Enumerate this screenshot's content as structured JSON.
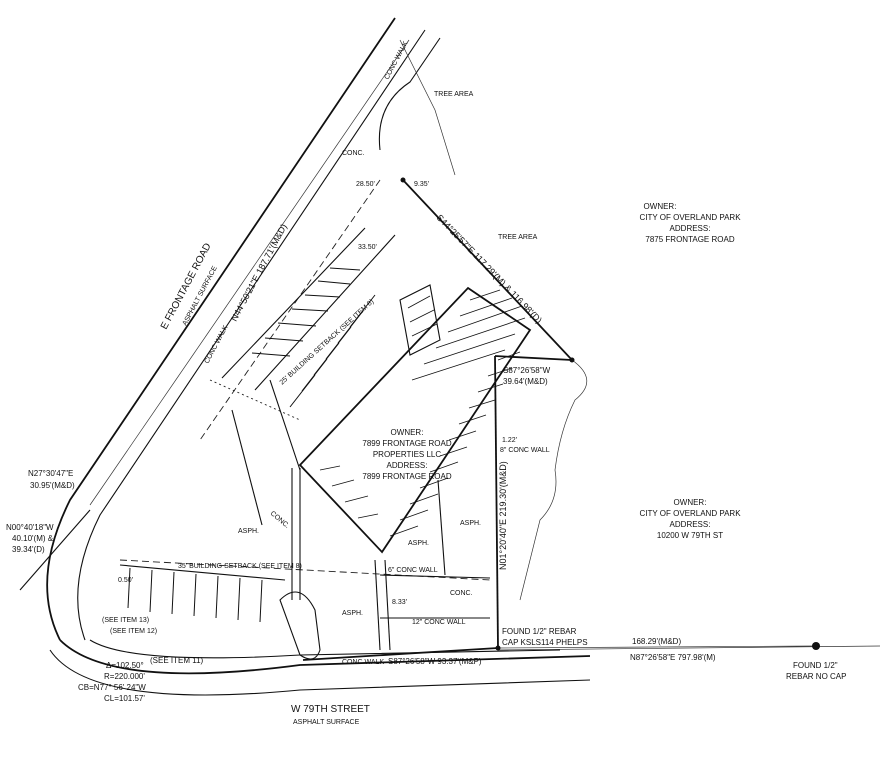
{
  "streets": {
    "frontage_name": "E FRONTAGE ROAD",
    "frontage_surface": "ASPHALT SURFACE",
    "w79_name": "W 79TH STREET",
    "w79_surface": "ASPHALT SURFACE"
  },
  "owners": {
    "north": {
      "line1": "OWNER:",
      "line2": "CITY OF OVERLAND PARK",
      "line3": "ADDRESS:",
      "line4": "7875 FRONTAGE ROAD"
    },
    "subject": {
      "line1": "OWNER:",
      "line2": "7899 FRONTAGE ROAD",
      "line3": "PROPERTIES LLC",
      "line4": "ADDRESS:",
      "line5": "7899 FRONTAGE ROAD"
    },
    "east": {
      "line1": "OWNER:",
      "line2": "CITY OF OVERLAND PARK",
      "line3": "ADDRESS:",
      "line4": "10200 W 79TH ST"
    }
  },
  "bearings": {
    "northeast_line": "S44°25'57\"E  117.29'(M) & 116.98'(D)",
    "frontage_line": "N44°50'21\"E  187.71'(M&D)",
    "east_short": "S87°26'58\"W",
    "east_short_dist": "39.64'(M&D)",
    "east_line": "N01°20'40\"E  219.30'(M&D)",
    "south_line": "S87°26'58\"W  93.37'(M&P)",
    "row_east_dist": "168.29'(M&D)",
    "row_east": "N87°26'58\"E  797.98'(M)",
    "west_bearing_1": "N27°30'47\"E",
    "west_dist_1": "30.95'(M&D)",
    "west_bearing_2": "N00°40'18\"W",
    "west_dist_2a": "40.10'(M) &",
    "west_dist_2b": "39.34'(D)"
  },
  "curve": {
    "delta": "Δ=102.50°",
    "radius": "R=220.000'",
    "chord_bearing": "CB=N77° 56' 24\"W",
    "chord_length": "CL=101.57'"
  },
  "monuments": {
    "rebar1_line1": "FOUND 1/2\" REBAR",
    "rebar1_line2": "CAP KSLS114 PHELPS",
    "rebar2_line1": "FOUND 1/2\"",
    "rebar2_line2": "REBAR NO CAP"
  },
  "labels": {
    "tree_area": "TREE AREA",
    "conc": "CONC.",
    "conc_walk": "CONC WALK",
    "asph": "ASPH.",
    "setback_25": "25' BUILDING SETBACK (SEE ITEM 8)",
    "setback_35": "35' BUILDING SETBACK (SEE ITEM 8)",
    "see_item_11": "(SEE ITEM 11)",
    "see_item_12": "(SEE ITEM 12)",
    "see_item_13": "(SEE ITEM 13)",
    "conc_wall_8": "8\" CONC WALL",
    "conc_wall_12": "12\" CONC WALL",
    "conc_wall_6": "6\" CONC WALL",
    "dim_1_22": "1.22'",
    "dim_8_33": "8.33'",
    "dim_0_50": "0.50'",
    "dim_33_50": "33.50'",
    "dim_28_50": "28.50'",
    "dim_9_35": "9.35'"
  }
}
